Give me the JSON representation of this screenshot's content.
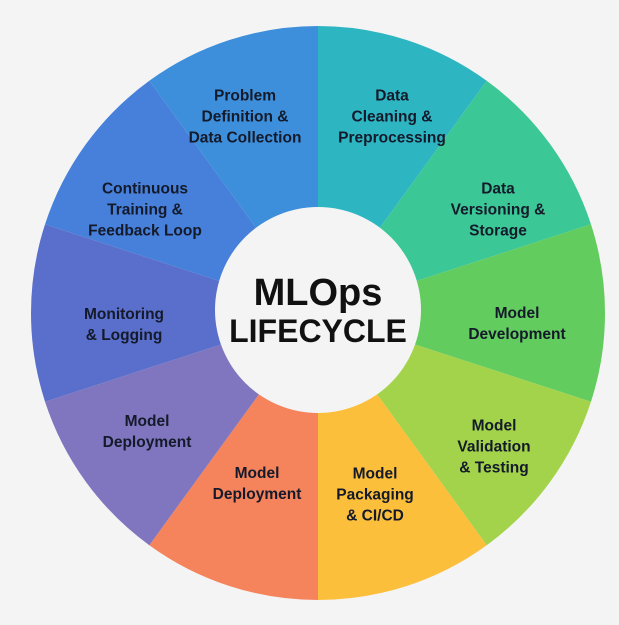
{
  "title": {
    "line1": "MLOps",
    "line2": "LIFECYCLE"
  },
  "segments": [
    {
      "lines": [
        "Data",
        "Cleaning &",
        "Preprocessing"
      ],
      "color": "#2db5c2"
    },
    {
      "lines": [
        "Data",
        "Versioning &",
        "Storage"
      ],
      "color": "#3cc796"
    },
    {
      "lines": [
        "Model",
        "Development"
      ],
      "color": "#63cc5e"
    },
    {
      "lines": [
        "Model",
        "Validation",
        "& Testing"
      ],
      "color": "#a3d34a"
    },
    {
      "lines": [
        "Model",
        "Packaging",
        "& CI/CD"
      ],
      "color": "#fbbf3c"
    },
    {
      "lines": [
        "Model",
        "Deployment"
      ],
      "color": "#f5835c"
    },
    {
      "lines": [
        "Model",
        "Deployment"
      ],
      "color": "#7f76bf"
    },
    {
      "lines": [
        "Monitoring",
        "& Logging"
      ],
      "color": "#5a6fcb"
    },
    {
      "lines": [
        "Continuous",
        "Training &",
        "Feedback Loop"
      ],
      "color": "#4680da"
    },
    {
      "lines": [
        "Problem",
        "Definition &",
        "Data Collection"
      ],
      "color": "#3d8fdb"
    }
  ],
  "center_color": "#f4f4f4"
}
